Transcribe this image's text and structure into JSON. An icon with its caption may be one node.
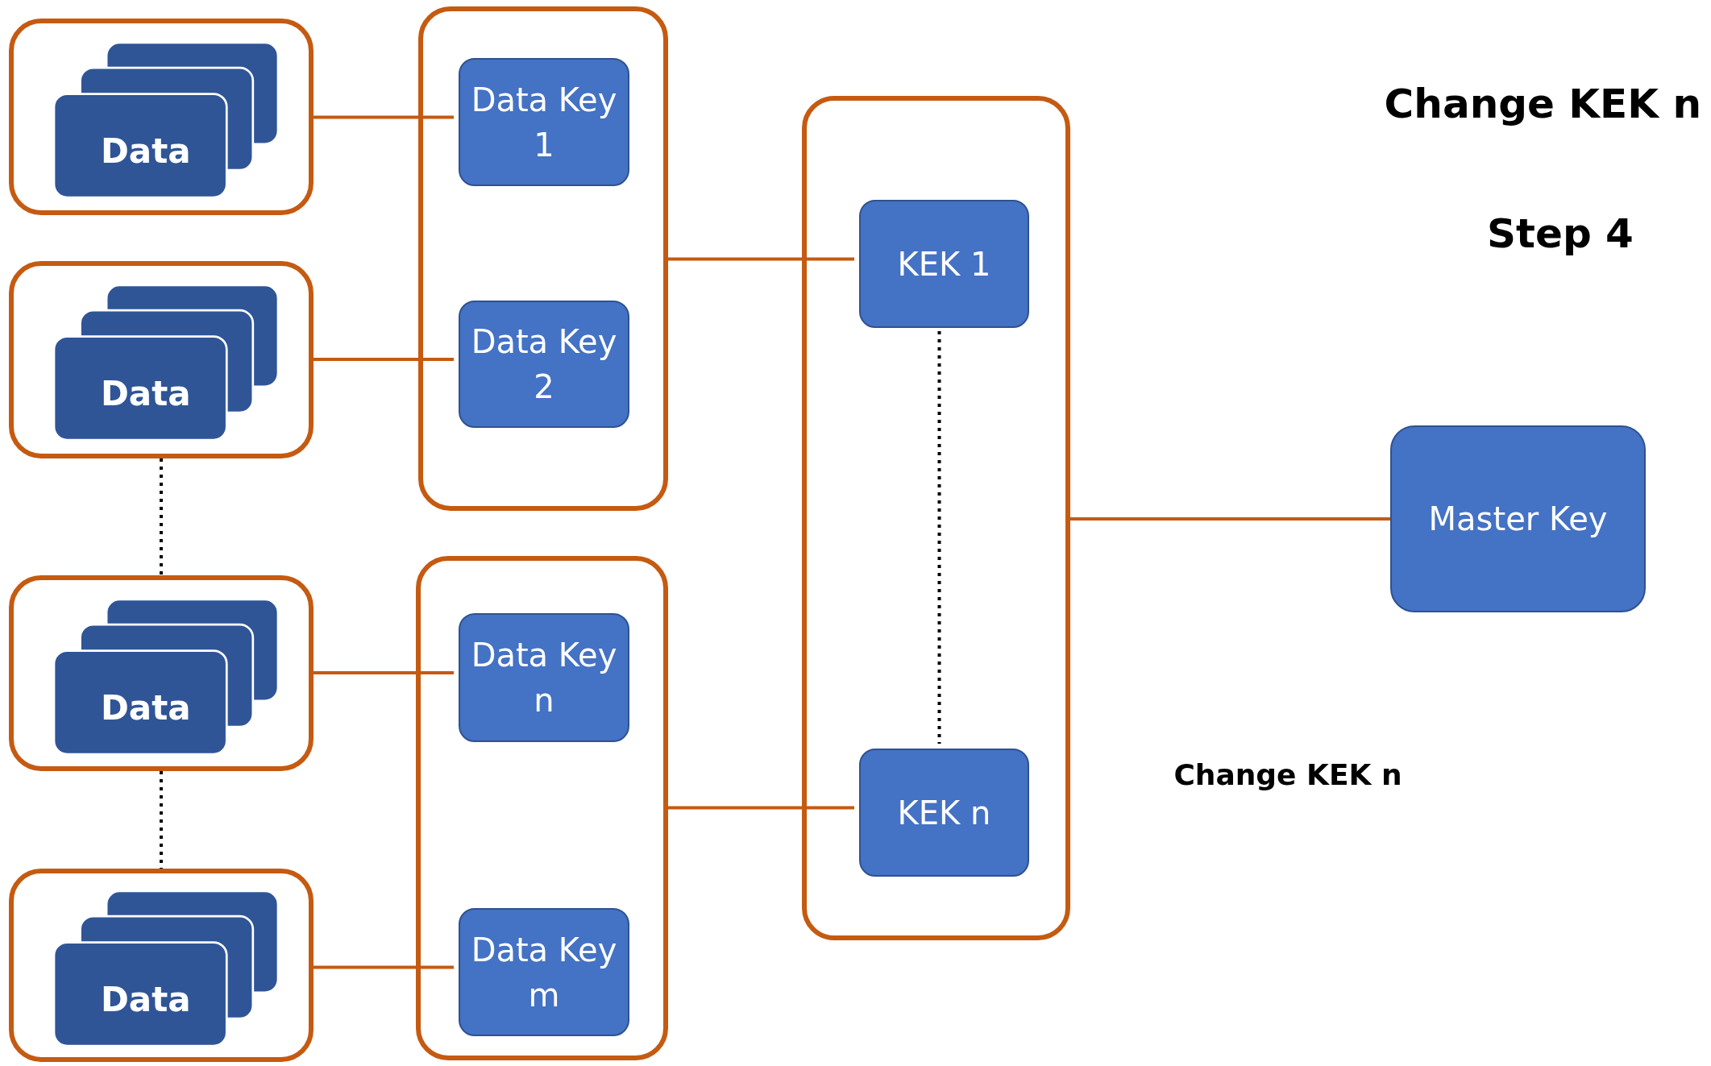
{
  "diagram": {
    "title": "Change KEK n",
    "nodes": [
      {
        "text": [],
        "shape": "box"
      },
      {
        "text": [
          "Data"
        ],
        "in": 0
      },
      {
        "text": [],
        "shape": "box"
      },
      {
        "text": [
          "Data"
        ],
        "in": 2
      },
      {
        "text": [],
        "shape": "box"
      },
      {
        "text": [
          "Data"
        ],
        "in": 4
      },
      {
        "text": [],
        "shape": "box"
      },
      {
        "text": [
          "Data"
        ],
        "in": 6
      },
      {
        "text": [],
        "shape": "box"
      },
      {
        "text": [
          "Data Key 1"
        ],
        "in": 8
      },
      {
        "text": [
          "Data Key 2"
        ],
        "in": 8
      },
      {
        "text": [],
        "shape": "box"
      },
      {
        "text": [
          "Data Key n"
        ],
        "in": 11
      },
      {
        "text": [
          "Data Key m"
        ],
        "in": 11
      },
      {
        "text": [],
        "shape": "box"
      },
      {
        "text": [
          "KEK 1"
        ],
        "in": 14
      },
      {
        "text": [
          "KEK n"
        ],
        "in": 14
      },
      {
        "text": [
          "Master Key"
        ]
      }
    ],
    "edges": [
      {
        "from": 0,
        "to": 9,
        "arrow": "none"
      },
      {
        "from": 2,
        "to": 10,
        "arrow": "none"
      },
      {
        "from": 4,
        "to": 12,
        "arrow": "none"
      },
      {
        "from": 6,
        "to": 13,
        "arrow": "none"
      },
      {
        "from": 2,
        "to": 4,
        "arrow": "none",
        "style": "dashed",
        "color": "#000000"
      },
      {
        "from": 4,
        "to": 6,
        "arrow": "none",
        "style": "dashed",
        "color": "#000000"
      },
      {
        "from": 8,
        "to": 15,
        "arrow": "none"
      },
      {
        "from": 11,
        "to": 16,
        "arrow": "none"
      },
      {
        "from": 15,
        "to": 16,
        "arrow": "none",
        "style": "dashed",
        "color": "#000000"
      },
      {
        "from": 14,
        "to": 17,
        "arrow": "none"
      }
    ],
    "labels": [
      "Step 4",
      "Change KEK n"
    ]
  }
}
